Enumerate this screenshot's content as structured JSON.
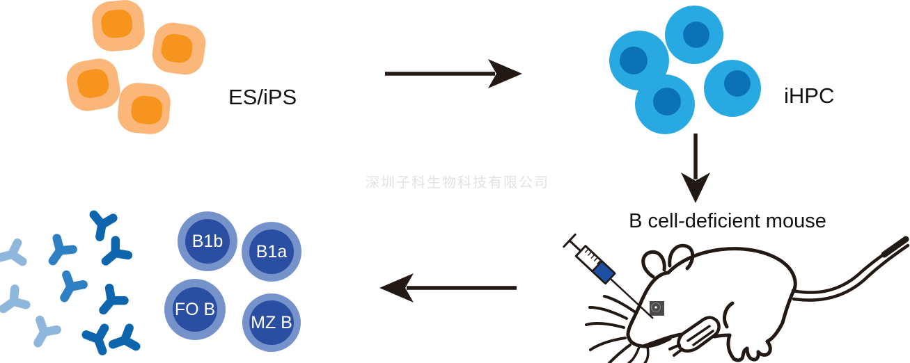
{
  "palette": {
    "ink": "#221814",
    "orange_cell_body": "#FBB679",
    "orange_cell_nucleus": "#F7941E",
    "blue_cell_body": "#29A9E1",
    "blue_cell_nucleus": "#0B72B8",
    "bcell_outer": "#7592CA",
    "bcell_inner": "#2A4FA2",
    "antibody_light": "#8FB7DC",
    "antibody_medium": "#2F80C2",
    "antibody_dark": "#0D66AD",
    "syringe_blue": "#1C4F9F",
    "watermark_gray": "#E2E2E2",
    "label_text": "#111111",
    "bcell_label_text": "#FFFFFF"
  },
  "labels": {
    "es_ips": "ES/iPS",
    "ihpc": "iHPC",
    "mouse": "B cell-deficient mouse"
  },
  "watermark": {
    "text": "深圳子科生物科技有限公司"
  },
  "b_cells": {
    "items": [
      {
        "label": "B1b"
      },
      {
        "label": "B1a"
      },
      {
        "label": "FO B"
      },
      {
        "label": "MZ B"
      }
    ]
  }
}
